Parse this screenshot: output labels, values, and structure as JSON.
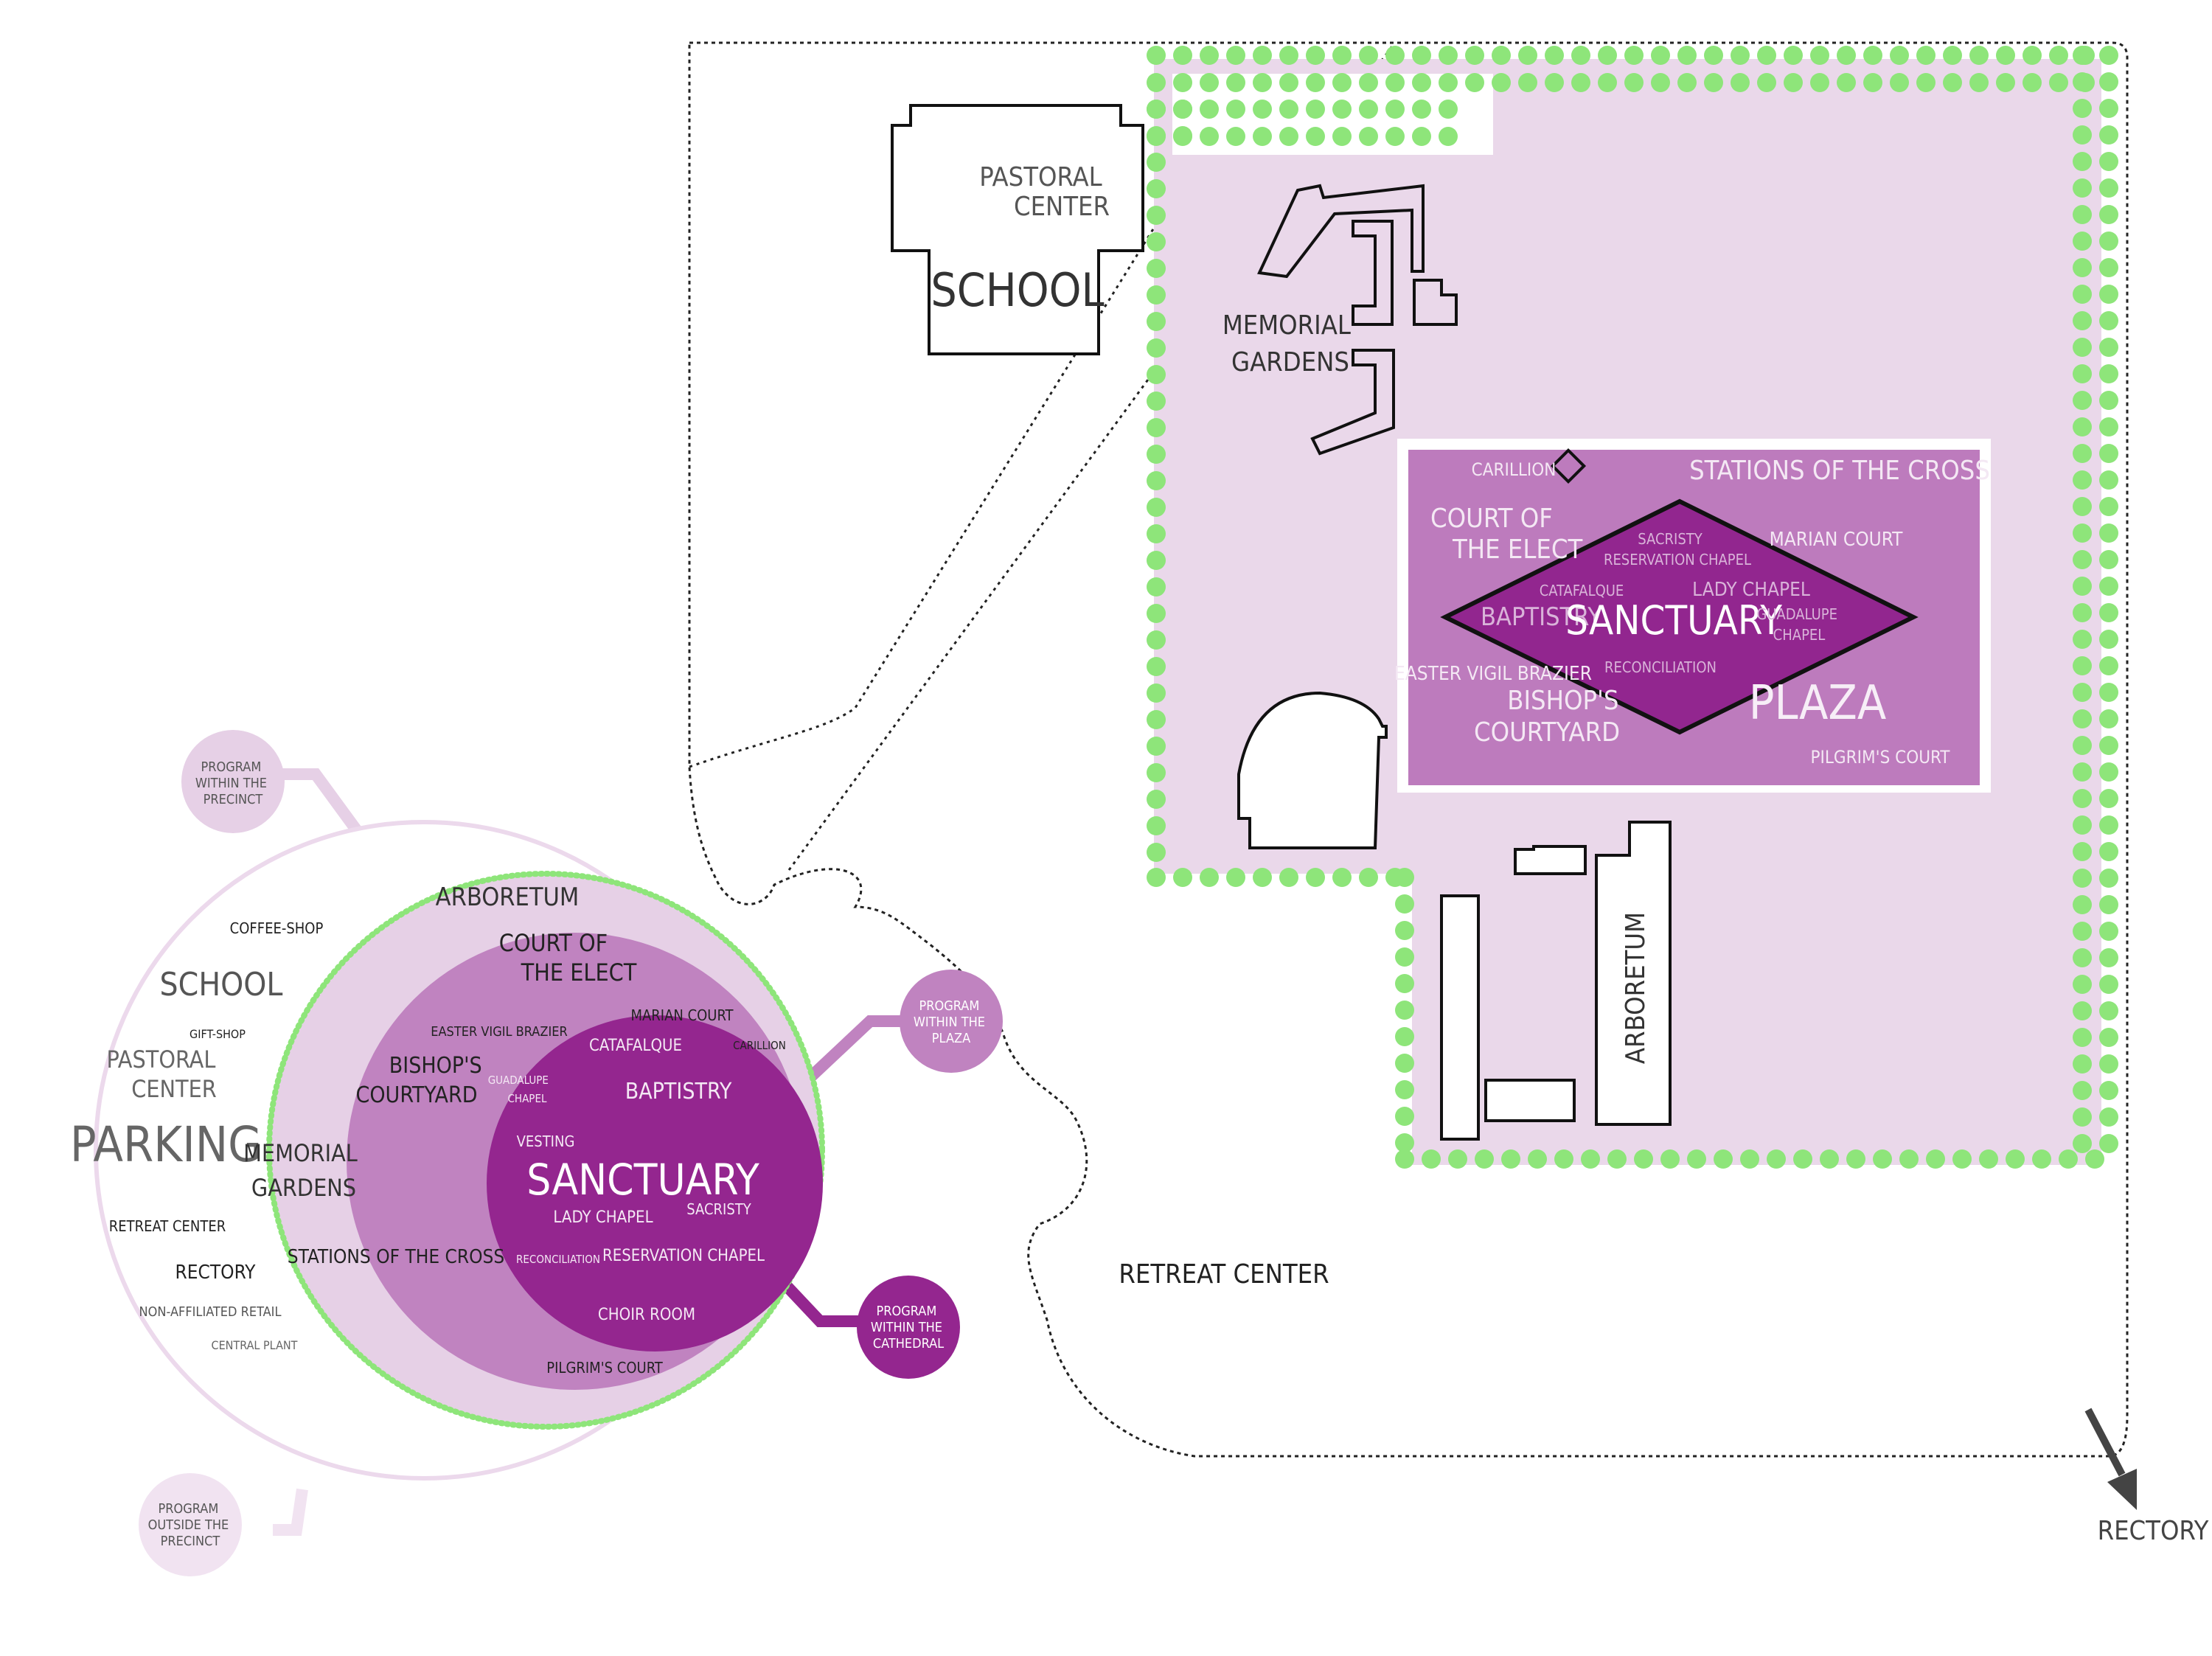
{
  "colors": {
    "green": "#8ee57a",
    "site_fill": "#ead8ea",
    "plaza_fill": "#bd7bbd",
    "sanctuary_fill": "#92268f",
    "ring_outer": "#f1e3f1",
    "ring_precinct": "#e6d0e6",
    "ring_plaza": "#c083c0",
    "ring_cathedral": "#94268f",
    "text_dark": "#333333",
    "text_gray": "#666666",
    "text_light": "#f4e8f4",
    "text_pale": "#d9b3d9"
  },
  "site_plan": {
    "school": "SCHOOL",
    "pastoral_center": [
      "PASTORAL",
      "CENTER"
    ],
    "memorial_gardens": [
      "MEMORIAL",
      "GARDENS"
    ],
    "arboretum": "ARBORETUM",
    "retreat_center": "RETREAT CENTER",
    "rectory": "RECTORY",
    "plaza": {
      "carillion": "CARILLION",
      "stations_of_the_cross": "STATIONS OF THE CROSS",
      "court_of_the_elect": [
        "COURT OF",
        "THE ELECT"
      ],
      "marian_court": "MARIAN COURT",
      "easter_vigil_brazier": "EASTER VIGIL BRAZIER",
      "bishops_courtyard": [
        "BISHOP'S",
        "COURTYARD"
      ],
      "plaza": "PLAZA",
      "pilgrims_court": "PILGRIM'S COURT"
    },
    "cathedral": {
      "sacristy": "SACRISTY",
      "reservation_chapel": "RESERVATION CHAPEL",
      "catafalque": "CATAFALQUE",
      "lady_chapel": "LADY CHAPEL",
      "baptistry": "BAPTISTRY",
      "sanctuary": "SANCTUARY",
      "guadalupe_chapel": [
        "GUADALUPE",
        "CHAPEL"
      ],
      "reconciliation": "RECONCILIATION"
    }
  },
  "program_diagram": {
    "outer_ring": {
      "coffee_shop": "COFFEE-SHOP",
      "school": "SCHOOL",
      "gift_shop": "GIFT-SHOP",
      "pastoral_center": [
        "PASTORAL",
        "CENTER"
      ],
      "parking": "PARKING",
      "retreat_center": "RETREAT CENTER",
      "rectory": "RECTORY",
      "non_affiliated_retail": "NON-AFFILIATED RETAIL",
      "central_plant": "CENTRAL PLANT"
    },
    "precinct_ring": {
      "arboretum": "ARBORETUM",
      "memorial_gardens": [
        "MEMORIAL",
        "GARDENS"
      ],
      "stations_of_the_cross": "STATIONS OF THE CROSS",
      "pilgrims_court": "PILGRIM'S COURT"
    },
    "plaza_ring": {
      "court_of_the_elect": [
        "COURT OF",
        "THE ELECT"
      ],
      "easter_vigil_brazier": "EASTER VIGIL BRAZIER",
      "marian_court": "MARIAN COURT",
      "carillion": "CARILLION",
      "bishops_courtyard": [
        "BISHOP'S",
        "COURTYARD"
      ]
    },
    "cathedral_ring": {
      "catafalque": "CATAFALQUE",
      "guadalupe_chapel": [
        "GUADALUPE",
        "CHAPEL"
      ],
      "baptistry": "BAPTISTRY",
      "vesting": "VESTING",
      "sanctuary": "SANCTUARY",
      "lady_chapel": "LADY CHAPEL",
      "sacristy": "SACRISTY",
      "reconciliation": "RECONCILIATION",
      "reservation_chapel": "RESERVATION CHAPEL",
      "choir_room": "CHOIR ROOM"
    },
    "callouts": {
      "within_precinct": [
        "PROGRAM",
        "WITHIN THE",
        "PRECINCT"
      ],
      "within_plaza": [
        "PROGRAM",
        "WITHIN THE",
        "PLAZA"
      ],
      "within_cathedral": [
        "PROGRAM",
        "WITHIN THE",
        "CATHEDRAL"
      ],
      "outside_precinct": [
        "PROGRAM",
        "OUTSIDE THE",
        "PRECINCT"
      ]
    }
  }
}
